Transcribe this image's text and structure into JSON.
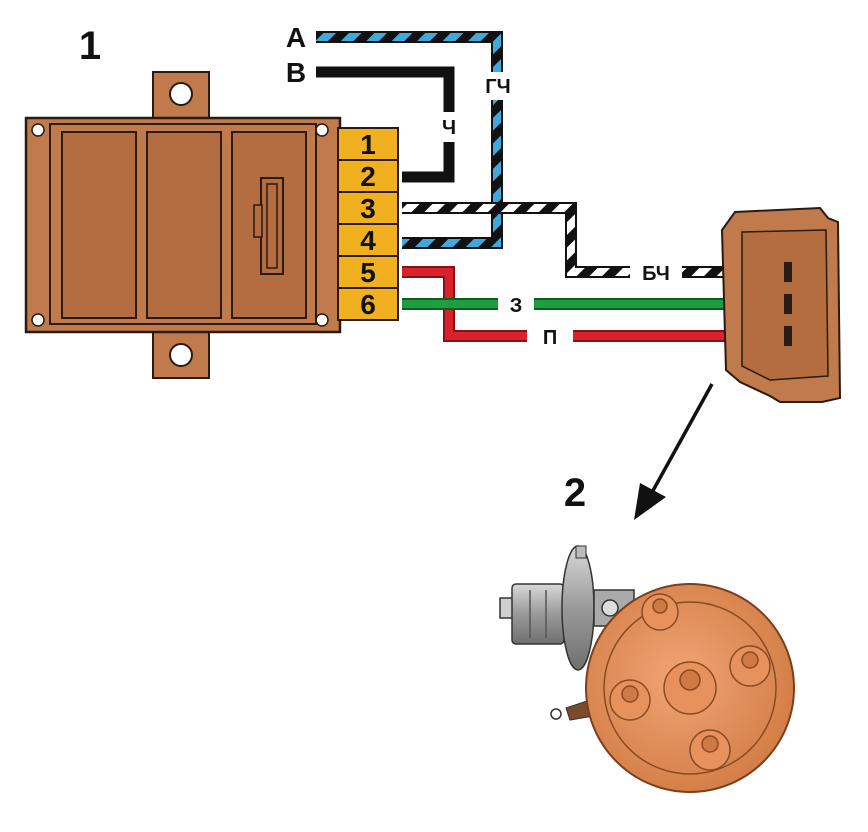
{
  "diagram": {
    "callouts": {
      "unit": "1",
      "distributor": "2"
    },
    "terminals": [
      "1",
      "2",
      "3",
      "4",
      "5",
      "6"
    ],
    "inputs": {
      "a": "А",
      "b": "В"
    },
    "wire_labels": {
      "gch": "ГЧ",
      "ch": "Ч",
      "bch": "БЧ",
      "z": "З",
      "p": "П"
    }
  },
  "colors": {
    "unit_body": "#c07a4c",
    "unit_outline": "#2a1a10",
    "terminal_block": "#f0b020",
    "wire_black": "#111111",
    "wire_blue": "#3fa9dd",
    "wire_white": "#ffffff",
    "wire_green": "#1e9e3e",
    "wire_red": "#d8232a",
    "distributor_cap": "#e0905a",
    "distributor_body": "#9a9a9a"
  }
}
